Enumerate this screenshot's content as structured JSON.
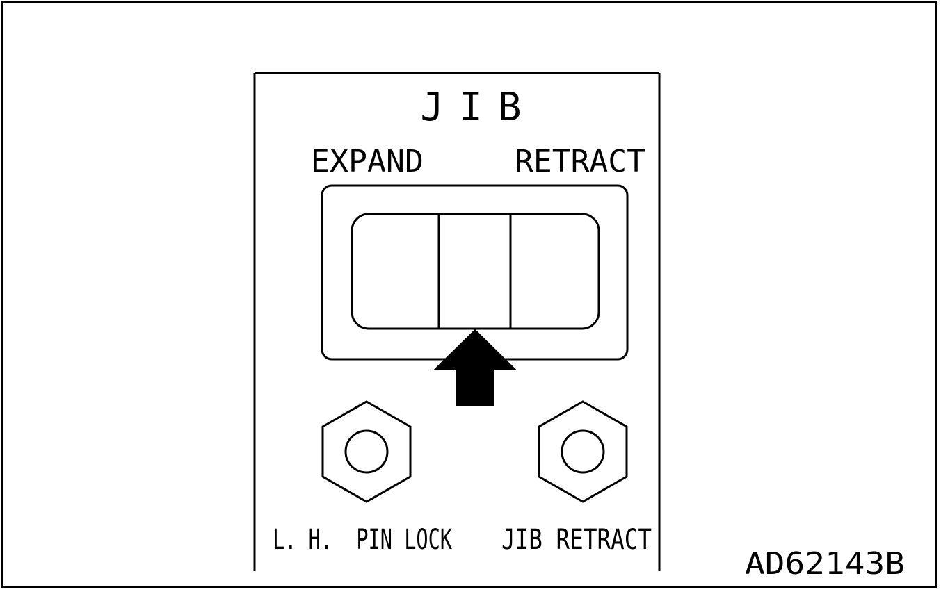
{
  "panel": {
    "title": "JIB",
    "switch": {
      "left_label": "EXPAND",
      "right_label": "RETRACT"
    },
    "indicators": [
      {
        "label": "L. H.  PIN LOCK",
        "icon": "hex-lamp-icon"
      },
      {
        "label": "JIB RETRACT",
        "icon": "hex-lamp-icon"
      }
    ]
  },
  "figure_code": "AD62143B",
  "colors": {
    "line": "#000000",
    "background": "#ffffff"
  }
}
